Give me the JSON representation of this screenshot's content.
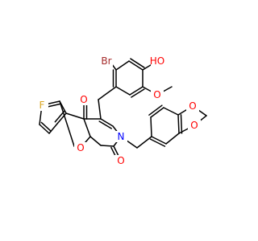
{
  "molecule": {
    "atoms": [
      {
        "id": "O_hydroxyl",
        "label": "HO",
        "color": "#ff0000"
      },
      {
        "id": "Br",
        "label": "Br",
        "color": "#a52a2a"
      },
      {
        "id": "O_methoxy",
        "label": "O",
        "color": "#ff0000"
      },
      {
        "id": "O_ketone",
        "label": "O",
        "color": "#ff0000"
      },
      {
        "id": "F",
        "label": "F",
        "color": "#daa520"
      },
      {
        "id": "N",
        "label": "N",
        "color": "#0000ff"
      },
      {
        "id": "O_ring",
        "label": "O",
        "color": "#ff0000"
      },
      {
        "id": "O_lactam",
        "label": "O",
        "color": "#ff0000"
      },
      {
        "id": "O_dioxole_top",
        "label": "O",
        "color": "#ff0000"
      },
      {
        "id": "O_dioxole_bottom",
        "label": "O",
        "color": "#ff0000"
      }
    ]
  }
}
